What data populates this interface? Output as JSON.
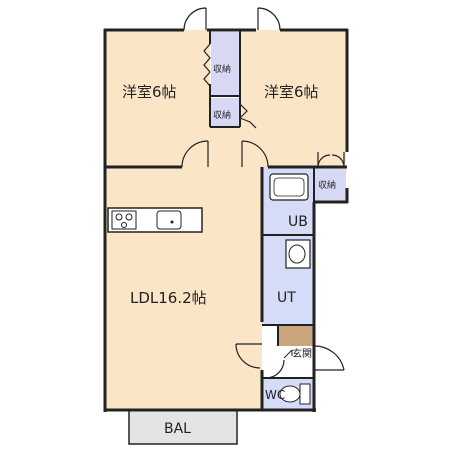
{
  "rooms": {
    "western_room_1": "洋室6帖",
    "western_room_2": "洋室6帖",
    "ldk": "LDL16.2帖",
    "unit_bath": "UB",
    "utility": "UT",
    "entrance": "玄関",
    "toilet": "WC",
    "balcony": "BAL"
  },
  "storage": {
    "closet_upper": "収納",
    "closet_lower": "収納",
    "closet_right": "収納"
  },
  "colors": {
    "western": "#fbe5c7",
    "ldk": "#fbe5c7",
    "wet_area": "#d4dcf8",
    "closet": "#d6d8f4",
    "entrance": "#c9a57d",
    "balcony": "#e4e4e4",
    "wall": "#222222",
    "fixture": "#ffffff"
  }
}
